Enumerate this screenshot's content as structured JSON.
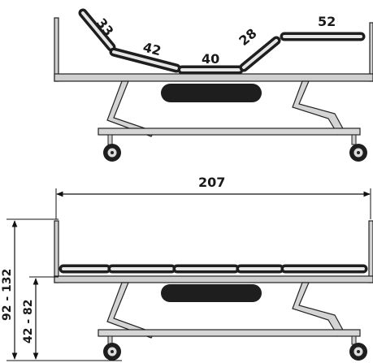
{
  "top_view": {
    "segments": [
      {
        "id": "head",
        "label": "33"
      },
      {
        "id": "back",
        "label": "42"
      },
      {
        "id": "seat",
        "label": "40"
      },
      {
        "id": "thigh",
        "label": "28"
      },
      {
        "id": "leg",
        "label": "52"
      }
    ]
  },
  "bottom_view": {
    "length_label": "207",
    "height_deck_label": "92 - 132",
    "height_frame_label": "42 - 82"
  },
  "colors": {
    "frame": "#cfcfcf",
    "outline": "#222222",
    "platform": "#1e1e1e"
  }
}
